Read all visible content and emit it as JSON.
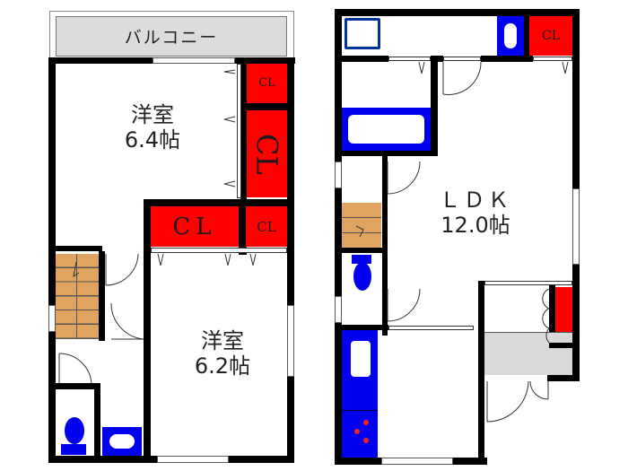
{
  "floor_left": {
    "balcony_label": "バルコニー",
    "room_top": {
      "name": "洋室",
      "size": "6.4帖"
    },
    "room_bottom": {
      "name": "洋室",
      "size": "6.2帖"
    },
    "closets": [
      "CL",
      "CL",
      "CL",
      "CL"
    ]
  },
  "floor_right": {
    "ldk": {
      "name": "ＬＤＫ",
      "size": "12.0帖"
    },
    "closet": "CL"
  },
  "colors": {
    "closet": "#ff0000",
    "fixture": "#0000ee",
    "stairs": "#e0a461",
    "balcony": "#dcdcdc",
    "entrance": "#d9d9d9"
  }
}
